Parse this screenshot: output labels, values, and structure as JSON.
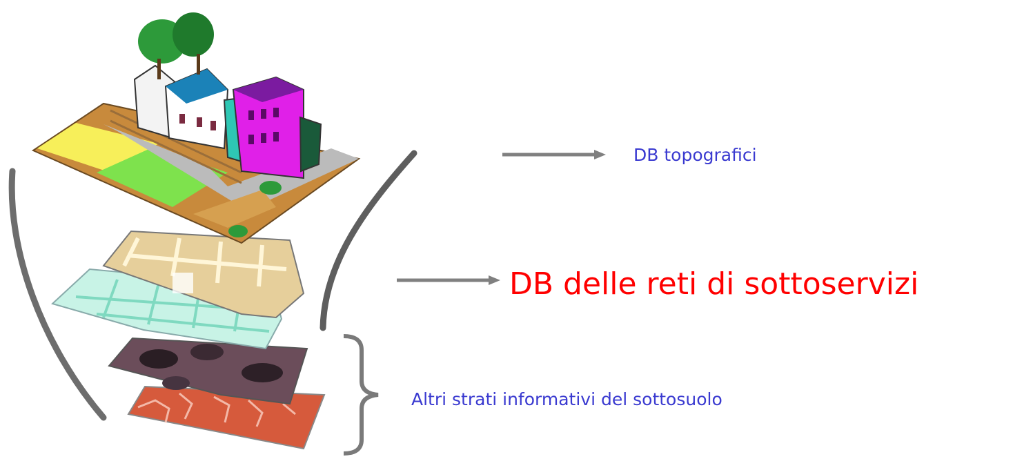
{
  "labels": {
    "topographic_db": "DB topografici",
    "utility_networks_db": "DB delle reti di sottoservizi",
    "other_subsoil_layers": "Altri strati informativi del sottosuolo"
  },
  "colors": {
    "label_blue": "#3a3ad0",
    "highlight_red": "#ff0000",
    "arrow_gray": "#808080"
  }
}
